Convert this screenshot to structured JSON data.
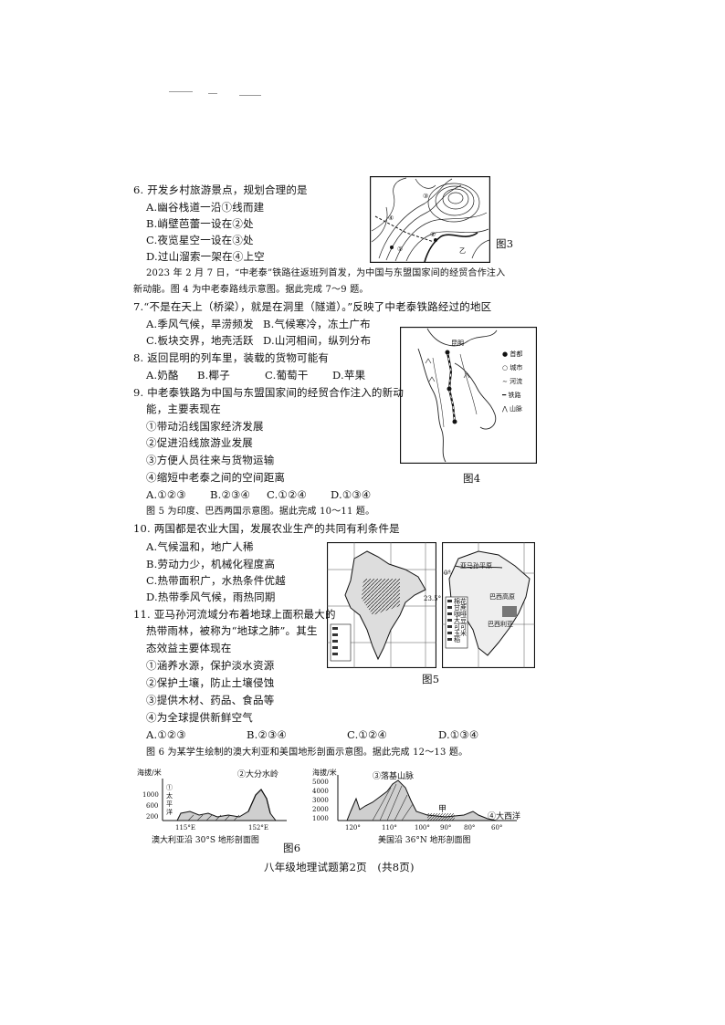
{
  "q6": {
    "stem": "6. 开发乡村旅游景点，规划合理的是",
    "options": [
      "A.幽谷栈道一沿①线而建",
      "B.峭壁芭蕾一设在②处",
      "C.夜览星空一设在③处",
      "D.过山溜索一架在④上空"
    ]
  },
  "fig3": {
    "caption": "图3",
    "labels": [
      "③",
      "④",
      "②",
      "①",
      "乙"
    ]
  },
  "intro_7_9": {
    "line1": "2023 年 2 月 7 日，“中老泰”铁路往返班列首发，为中国与东盟国家间的经贸合作注入",
    "line2": "新动能。图 4 为中老泰路线示意图。据此完成 7～9 题。"
  },
  "q7": {
    "stem": "7.“不是在天上（桥梁），就是在洞里（隧道）。”反映了中老泰铁路经过的地区",
    "options": [
      "A.季风气候，旱涝频发",
      "B.气候寒冷，冻土广布",
      "C.板块交界，地壳活跃",
      "D.山河相间，纵列分布"
    ]
  },
  "q8": {
    "stem": "8. 返回昆明的列车里，装载的货物可能有",
    "options": [
      "A.奶酪",
      "B.椰子",
      "C.葡萄干",
      "D.苹果"
    ]
  },
  "q9": {
    "stem_line1": "9. 中老泰铁路为中国与东盟国家间的经贸合作注入的新动",
    "stem_line2": "能，主要表现在",
    "items": [
      "①带动沿线国家经济发展",
      "②促进沿线旅游业发展",
      "③方便人员往来与货物运输",
      "④缩短中老泰之间的空间距离"
    ],
    "options": [
      "A.①②③",
      "B.②③④",
      "C.①②④",
      "D.①③④"
    ]
  },
  "fig4": {
    "caption": "图4",
    "legend": [
      "首都",
      "城市",
      "河流",
      "铁路",
      "山脉"
    ],
    "labels": [
      "昆明"
    ]
  },
  "intro_10_11": "图 5 为印度、巴西两国示意图。据此完成 10～11 题。",
  "q10": {
    "stem": "10. 两国都是农业大国，发展农业生产的共同有利条件是",
    "options": [
      "A.气候温和，地广人稀",
      "B.劳动力少，机械化程度高",
      "C.热带面积广，水热条件优越",
      "D.热带季风气候，雨热同期"
    ]
  },
  "q11": {
    "stem_line1": "11. 亚马孙河流域分布着地球上面积最大的",
    "stem_line2": "热带雨林，被称为“地球之肺”。其生",
    "stem_line3": "态效益主要体现在",
    "items": [
      "①涵养水源，保护淡水资源",
      "②保护土壤，防止土壤侵蚀",
      "③提供木材、药品、食品等",
      "④为全球提供新鲜空气"
    ],
    "options": [
      "A.①②③",
      "B.②③④",
      "C.①②④",
      "D.①③④"
    ]
  },
  "fig5": {
    "caption": "图5",
    "lat_labels": [
      "23.5°",
      "0°"
    ],
    "brazil_labels": [
      "亚马孙平原",
      "巴西高原",
      "巴西利亚"
    ],
    "legend": [
      "棉花",
      "甘蔗",
      "咖啡",
      "大豆",
      "可可",
      "玉米",
      "稻"
    ]
  },
  "intro_12_13": "图 6 为某学生绘制的澳大利亚和美国地形剖面示意图。据此完成 12～13 题。",
  "fig6": {
    "caption": "图6",
    "aus": {
      "ylabel": "海拔/米",
      "yticks": [
        "1000",
        "600",
        "200"
      ],
      "ocean_label": "①太平洋",
      "peak_label": "②大分水岭",
      "xticks": [
        "115°E",
        "152°E"
      ],
      "title": "澳大利亚沿 30°S 地形剖面图"
    },
    "usa": {
      "ylabel": "海拔/米",
      "yticks": [
        "5000",
        "4000",
        "3000",
        "2000",
        "1000"
      ],
      "peak_label": "③落基山脉",
      "mid_label": "甲",
      "ocean_label": "④大西洋",
      "xticks": [
        "120°",
        "110°",
        "100°",
        "90°",
        "80°",
        "60°"
      ],
      "title": "美国沿 36°N 地形剖面图"
    }
  },
  "footer": "八年级地理试题第2页   (共8页)"
}
